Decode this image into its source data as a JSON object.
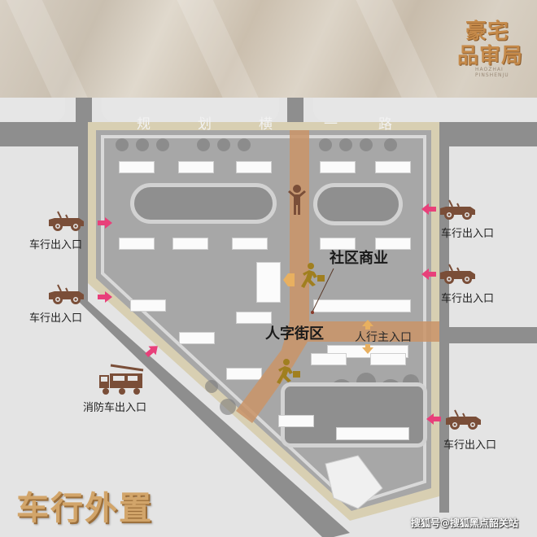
{
  "header": {
    "logo_line1": "豪宅",
    "logo_line2": "品审局",
    "logo_sub": "HAOZHAI PINSHENJU"
  },
  "map": {
    "road_name_chars": [
      "规",
      "划",
      "横",
      "一",
      "路"
    ],
    "labels": {
      "community_commerce": "社区商业",
      "pedestrian_street": "人字街区",
      "pedestrian_main_entrance": "人行主入口"
    },
    "entrances": [
      {
        "id": "left-1",
        "label": "车行出入口",
        "icon": "car-icon",
        "side": "left"
      },
      {
        "id": "left-2",
        "label": "车行出入口",
        "icon": "car-icon",
        "side": "left"
      },
      {
        "id": "left-fire",
        "label": "消防车出入口",
        "icon": "fire-truck-icon",
        "side": "left"
      },
      {
        "id": "right-1",
        "label": "车行出入口",
        "icon": "car-icon",
        "side": "right"
      },
      {
        "id": "right-2",
        "label": "车行出入口",
        "icon": "car-icon",
        "side": "right"
      },
      {
        "id": "right-3",
        "label": "车行出入口",
        "icon": "car-icon",
        "side": "right"
      }
    ]
  },
  "footer": {
    "title": "车行外置",
    "watermark": "搜狐号@搜狐黑点韶关站"
  },
  "colors": {
    "brown_icon": "#7a4e38",
    "arrow_pink": "#e8407a",
    "path_orange": "#c9956a",
    "title_gold": "#d2a56a",
    "site_border": "#d8cfb2"
  }
}
